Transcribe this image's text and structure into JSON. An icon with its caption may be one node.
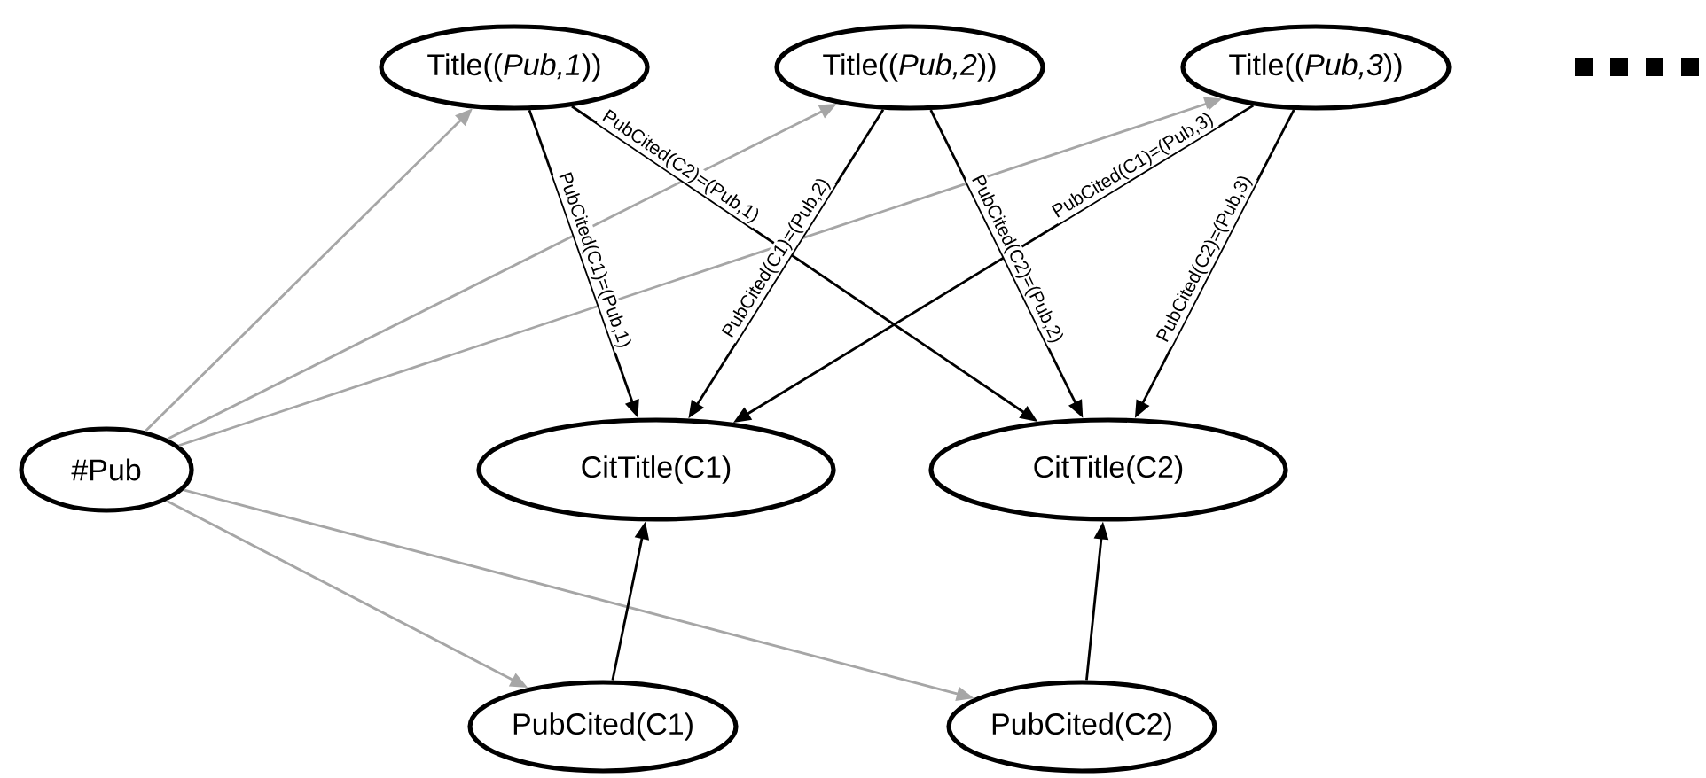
{
  "diagram": {
    "nodes": [
      {
        "text": [
          "Title((*Pub,1*))"
        ]
      },
      {
        "text": [
          "Title((*Pub,2*))"
        ]
      },
      {
        "text": [
          "Title((*Pub,3*))"
        ]
      },
      {
        "text": [
          "#Pub"
        ]
      },
      {
        "text": [
          "CitTitle(C1)"
        ]
      },
      {
        "text": [
          "CitTitle(C2)"
        ]
      },
      {
        "text": [
          "PubCited(C1)"
        ]
      },
      {
        "text": [
          "PubCited(C2)"
        ]
      }
    ],
    "edges": [
      {
        "from": 3,
        "to": 0,
        "arrow": "to",
        "color": "#a6a6a6"
      },
      {
        "from": 3,
        "to": 1,
        "arrow": "to",
        "color": "#a6a6a6"
      },
      {
        "from": 3,
        "to": 2,
        "arrow": "to",
        "color": "#a6a6a6"
      },
      {
        "from": 3,
        "to": 6,
        "arrow": "to",
        "color": "#a6a6a6"
      },
      {
        "from": 3,
        "to": 7,
        "arrow": "to",
        "color": "#a6a6a6"
      },
      {
        "from": 0,
        "to": 4,
        "arrow": "to",
        "label": "PubCited(C1)=(Pub,1)"
      },
      {
        "from": 0,
        "to": 5,
        "arrow": "to",
        "label": "PubCited(C2)=(Pub,1)"
      },
      {
        "from": 1,
        "to": 4,
        "arrow": "to",
        "label": "PubCited(C1)=(Pub,2)"
      },
      {
        "from": 1,
        "to": 5,
        "arrow": "to",
        "label": "PubCited(C2)=(Pub,2)"
      },
      {
        "from": 2,
        "to": 4,
        "arrow": "to",
        "label": "PubCited(C1)=(Pub,3)"
      },
      {
        "from": 2,
        "to": 5,
        "arrow": "to",
        "label": "PubCited(C2)=(Pub,3)"
      },
      {
        "from": 6,
        "to": 4,
        "arrow": "to"
      },
      {
        "from": 7,
        "to": 5,
        "arrow": "to"
      }
    ]
  }
}
